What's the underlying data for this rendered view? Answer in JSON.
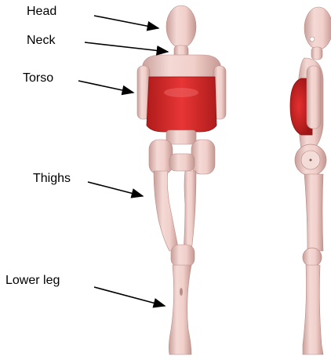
{
  "labels": {
    "head": "Head",
    "neck": "Neck",
    "torso": "Torso",
    "thighs": "Thighs",
    "lower_leg": "Lower leg"
  },
  "colors": {
    "body": "#f1cfca",
    "body_shadow": "#c99f9a",
    "torso": "#e02828",
    "torso_dark": "#b01c1c",
    "arrow": "#000000"
  }
}
